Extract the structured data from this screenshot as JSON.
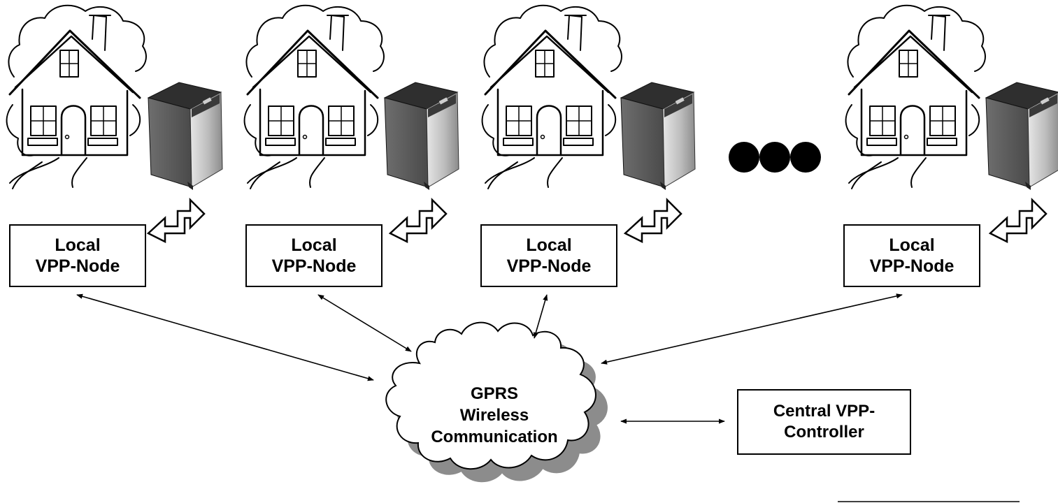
{
  "local_nodes": [
    {
      "line1": "Local",
      "line2": "VPP-Node"
    },
    {
      "line1": "Local",
      "line2": "VPP-Node"
    },
    {
      "line1": "Local",
      "line2": "VPP-Node"
    },
    {
      "line1": "Local",
      "line2": "VPP-Node"
    }
  ],
  "cloud": {
    "line1": "GPRS",
    "line2": "Wireless",
    "line3": "Communication"
  },
  "controller": {
    "line1": "Central VPP-",
    "line2": "Controller"
  },
  "icons": {
    "house": "house-sketch-icon",
    "unit": "power-unit-icon",
    "arrow": "hollow-bent-arrow-icon",
    "ellipsis": "ellipsis-dots-icon"
  },
  "colors": {
    "line": "#000000",
    "unit_body": "#9a9a9a",
    "unit_top": "#2a2a2a"
  }
}
